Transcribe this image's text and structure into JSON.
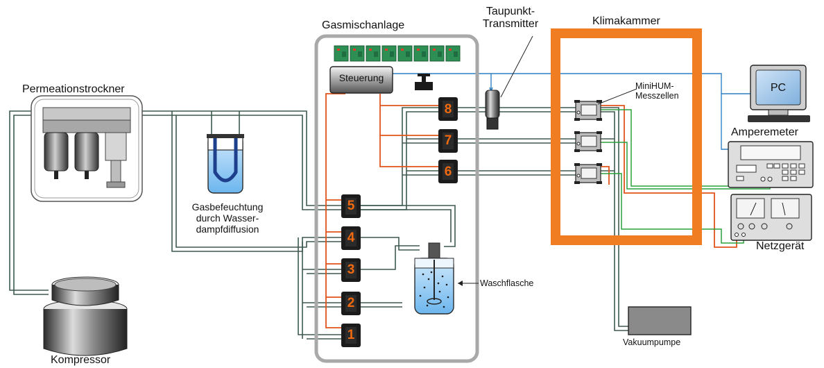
{
  "labels": {
    "permeationstrockner": "Permeationstrockner",
    "kompressor": "Kompressor",
    "gasbefeuchtung": "Gasbefeuchtung durch Wasser- dampfdiffusion",
    "gasbefeuchtung_lines": [
      "Gasbefeuchtung",
      "durch Wasser-",
      "dampfdiffusion"
    ],
    "gasmischanlage": "Gasmischanlage",
    "steuerung": "Steuerung",
    "taupunkt_lines": [
      "Taupunkt-",
      "Transmitter"
    ],
    "klimakammer": "Klimakammer",
    "minihum_lines": [
      "MiniHUM-",
      "Messzellen"
    ],
    "pc": "PC",
    "amperemeter": "Amperemeter",
    "netzgeraet": "Netzgerät",
    "waschflasche": "Waschflasche",
    "vakuumpumpe": "Vakuumpumpe"
  },
  "valves": [
    "1",
    "2",
    "3",
    "4",
    "5",
    "6",
    "7",
    "8"
  ],
  "colors": {
    "gas_line": "#3d5a4f",
    "control_line": "#e0541b",
    "data_line": "#2f7fc1",
    "green_wire": "#2aa13a",
    "klimakammer_frame": "#f07d22",
    "mixer_box": "#a9a9a9"
  }
}
